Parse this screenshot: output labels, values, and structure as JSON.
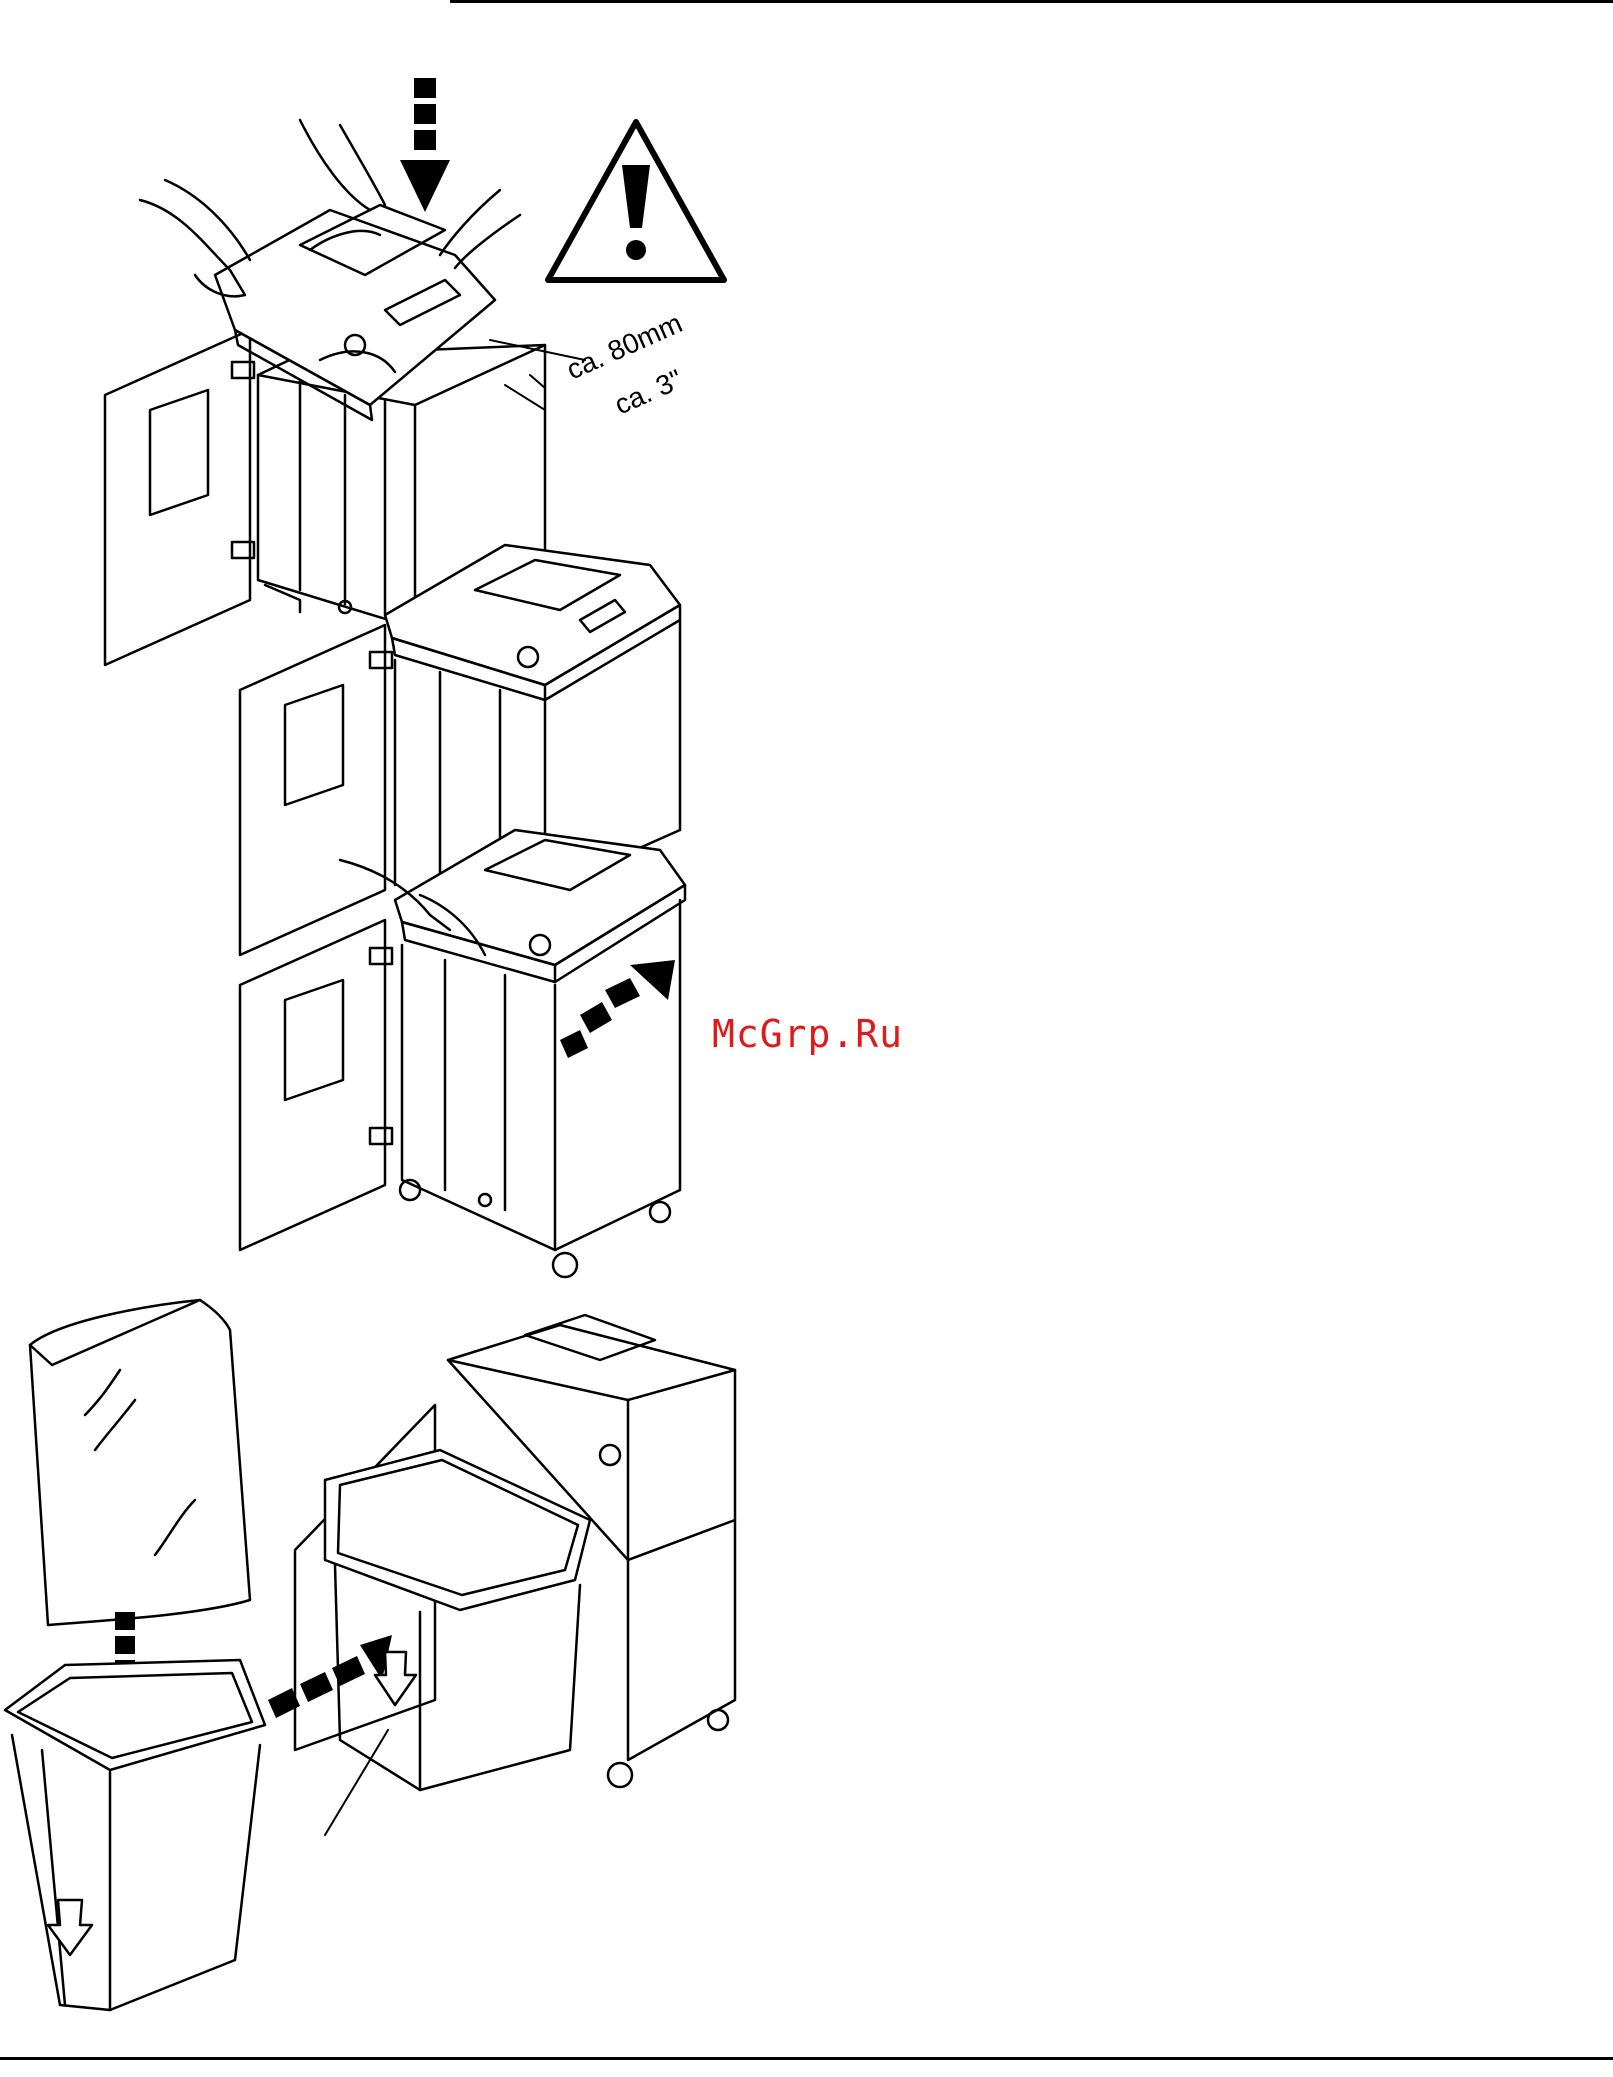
{
  "page": {
    "watermark": "McGrp.Ru",
    "dimension": {
      "metric": "ca. 80mm",
      "imperial": "ca. 3\""
    },
    "icons": {
      "warning": "warning-triangle-icon",
      "arrow": "dashed-arrow-icon",
      "orientation": "hollow-up-arrow-icon"
    },
    "colors": {
      "line": "#000000",
      "watermark": "#e01a1a"
    }
  }
}
